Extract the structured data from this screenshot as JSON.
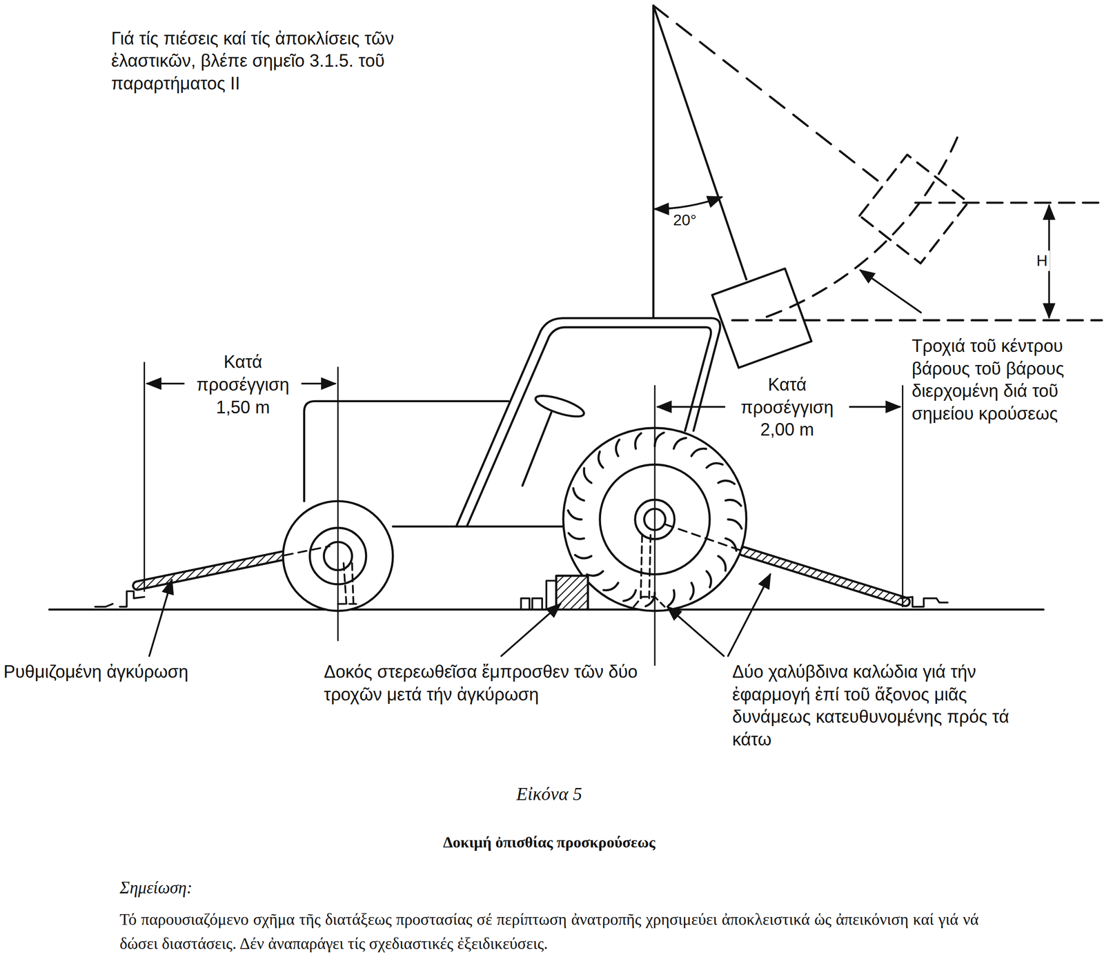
{
  "diagram": {
    "title": "Εἰκόνα 5",
    "caption": "Δοκιμή ὀπισθίας προσκρούσεως",
    "labels": [
      "Γιά τίς πιέσεις καί τίς ἀποκλίσεις τῶν ἐλαστικῶν, βλέπε σημεῖο 3.1.5. τοῦ παραρτήματος ΙΙ",
      "20°",
      "H",
      "Κατά προσέγγιση 1,50 m",
      "Κατά προσέγγιση 2,00 m",
      "Τροχιά τοῦ κέντρου βάρους τοῦ βάρους διερχομένη διά τοῦ σημείου κρούσεως",
      "Ρυθμιζομένη ἀγκύρωση",
      "Δοκός στερεωθεῖσα ἔμπροσθεν τῶν δύο τροχῶν μετά τήν ἀγκύρωση",
      "Δύο χαλύβδινα καλώδια γιά τήν ἐφαρμογή ἐπί τοῦ ἄξονος μιᾶς δυνάμεως κατευθυνομένης πρός τά κάτω",
      "Σημείωση:",
      "Τό παρουσιαζόμενο σχῆμα τῆς διατάξεως προστασίας σέ περίπτωση ἀνατροπῆς χρησιμεύει ἀποκλειστικά ὡς ἀπεικόνιση καί γιά νά δώσει διαστάσεις. Δέν ἀναπαράγει τίς σχεδιαστικές ἐξειδικεύσεις."
    ]
  }
}
